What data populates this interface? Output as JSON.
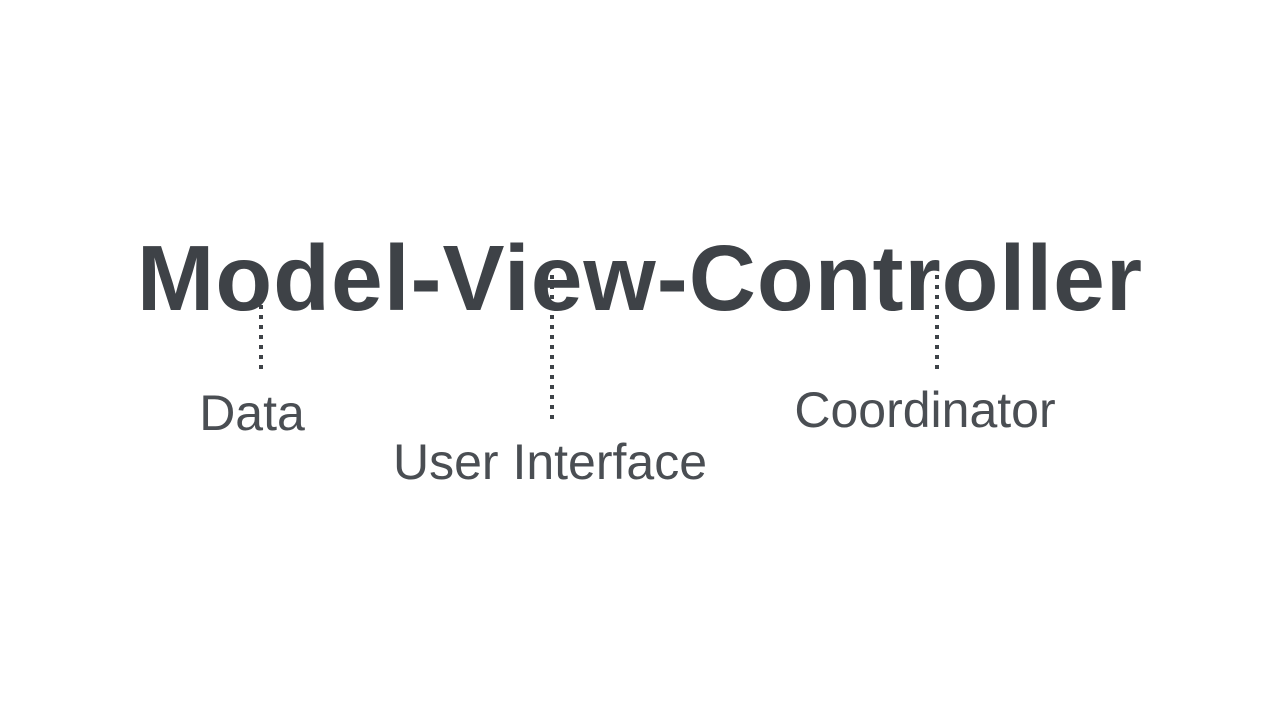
{
  "title": "Model-View-Controller",
  "colors": {
    "background": "#ffffff",
    "title_text": "#3e4247",
    "label_text": "#4a4e53",
    "connector_dots": "#3e4247"
  },
  "annotations": [
    {
      "title_word": "Model",
      "label": "Data"
    },
    {
      "title_word": "View",
      "label": "User Interface"
    },
    {
      "title_word": "Controller",
      "label": "Coordinator"
    }
  ]
}
